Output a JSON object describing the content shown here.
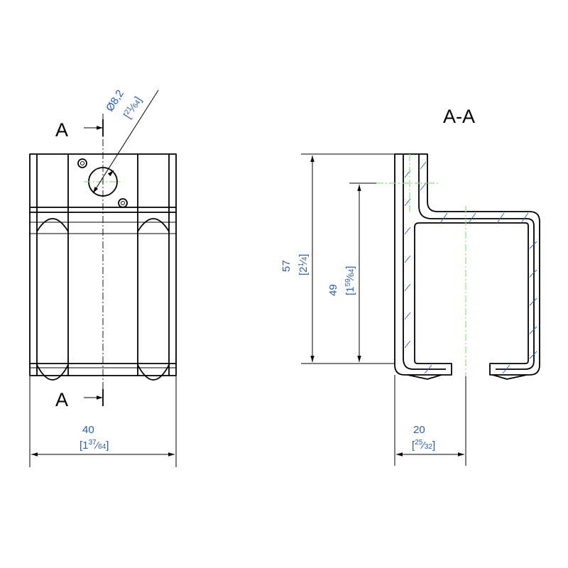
{
  "section_markers": {
    "cut_label_top": "A",
    "cut_label_bottom": "A",
    "section_title": "A-A"
  },
  "dimensions": {
    "hole": {
      "mm": "Ø8,2",
      "inch_open": "[",
      "inch_num": "21",
      "inch_slash": "⁄",
      "inch_den": "64",
      "inch_close": "]"
    },
    "width": {
      "mm": "40",
      "inch_open": "[1",
      "inch_num": "37",
      "inch_slash": "⁄",
      "inch_den": "64",
      "inch_close": "]"
    },
    "height_total": {
      "mm": "57",
      "inch_open": "[2",
      "inch_num": "1",
      "inch_slash": "⁄",
      "inch_den": "4",
      "inch_close": "]"
    },
    "height_inner": {
      "mm": "49",
      "inch_open": "[1",
      "inch_num": "59",
      "inch_slash": "⁄",
      "inch_den": "64",
      "inch_close": "]"
    },
    "depth": {
      "mm": "20",
      "inch_open": "[",
      "inch_num": "25",
      "inch_slash": "⁄",
      "inch_den": "32",
      "inch_close": "]"
    }
  }
}
